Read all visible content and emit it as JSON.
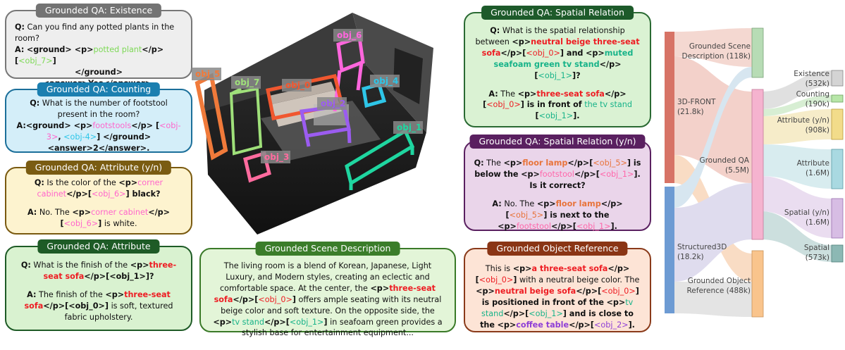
{
  "colors": {
    "q_red": "#ee1d23",
    "q_green": "#17b389",
    "q_pink": "#ff66cc",
    "q_lime": "#7ed957",
    "q_cyan": "#2ec6e8",
    "q_orange": "#e8743b",
    "q_purple": "#8f3fd6"
  },
  "cards": {
    "existence": {
      "title": "Grounded QA: Existence",
      "q_label": "Q:",
      "q_text": "Can you find any potted plants in the room?",
      "a_label": "A:",
      "a1": "<ground> <p>",
      "a_obj": "potted plant",
      "a2": "</p>[",
      "a_id": "<obj_7>",
      "a3": "]",
      "a4": "</ground>",
      "a5": "<answer>Yes</answer>."
    },
    "counting": {
      "title": "Grounded QA: Counting",
      "q_label": "Q:",
      "q_text": "What is the number of footstool present in the room?",
      "a1": "A:<ground> <p>",
      "a_obj": "footstools",
      "a2": "</p> [",
      "a_id1": "<obj-3>",
      "a3": ",",
      "a_id2": "<obj-4>",
      "a4": "] </ground>",
      "a5": "<answer>2</answer>."
    },
    "attr_yn": {
      "title": "Grounded QA: Attribute (y/n)",
      "q_label": "Q:",
      "q1": "Is the color of the",
      "q_p": "<p>",
      "q_obj": "corner cabinet",
      "q_pc": "</p>[",
      "q_id": "<obj_6>",
      "q_end": "] black?",
      "a_label": "A:",
      "a1": "No. The",
      "a_p": "<p>",
      "a_obj": "corner cabinet",
      "a_pc": "</p>[",
      "a_id": "<obj_6>",
      "a_end": "]",
      "a_tail": "is white."
    },
    "attribute": {
      "title": "Grounded QA: Attribute",
      "q_label": "Q:",
      "q1": "What is the finish of the",
      "q_b1": "<p>",
      "q_obj": "three-seat sofa",
      "q_b2": "</p>[<obj_1>]?",
      "a_label": "A:",
      "a1": "The finish of the",
      "a_b1": "<p>",
      "a_obj": "three-seat sofa",
      "a_b2": "</p>[<obj_0>]",
      "a_tail": "is soft, textured fabric upholstery."
    },
    "scene": {
      "title": "Grounded Scene Description",
      "t1": "The living room is a blend of Korean, Japanese, Light Luxury, and Modern styles, creating an eclectic and comfortable space. At the center, the",
      "b1": "<p>",
      "o1": "three-seat sofa",
      "b2": "</p>[",
      "i1": "<obj_0>",
      "b3": "]",
      "t2": "offers ample seating with its neutral beige color and soft texture. On the opposite side, the",
      "b4": "<p>",
      "o2": "tv stand",
      "b5": "</p>[",
      "i2": "<obj_1>",
      "b6": "]",
      "t3": "in seafoam green provides a stylish base for entertainment equipment..."
    },
    "spatial": {
      "title": "Grounded QA: Spatial Relation",
      "q_label": "Q:",
      "q1": "What is the spatial relationship between",
      "b1": "<p>",
      "o1": "neutral beige three-seat sofa",
      "b2": "</p>[",
      "i1": "<obj_0>",
      "b3": "] and",
      "b4": "<p>",
      "o2": "muted seafoam green tv stand",
      "b5": "</p>[",
      "i2": "<obj_1>",
      "b6": "]?",
      "a_label": "A:",
      "a1": "The",
      "a_b1": "<p>",
      "a_o1": "three-seat sofa",
      "a_b2": "</p>[",
      "a_i1": "<obj_0>",
      "a_b3": "] is in front of",
      "a_o2": "the tv stand",
      "a_b4": "[",
      "a_i2": "<obj_1>",
      "a_b5": "]."
    },
    "spatial_yn": {
      "title": "Grounded QA: Spatial Relation (y/n)",
      "q_label": "Q:",
      "q1": "The",
      "b1": "<p>",
      "o1": "floor lamp",
      "b2": "</p>[",
      "i1": "<obj_5>",
      "b3": "] is below the",
      "b4": "<p>",
      "o2": "footstool",
      "b5": "</p>[",
      "i2": "<obj_1>",
      "b6": "]. Is it correct?",
      "a_label": "A:",
      "a1": "No. The",
      "a_b1": "<p>",
      "a_o1": "floor lamp",
      "a_b2": "</p>[",
      "a_i1": "<obj_5>",
      "a_b3": "] is next to the",
      "a_b4": "<p>",
      "a_o2": "footstool",
      "a_b5": "</p>[",
      "a_i2": "<obj_1>",
      "a_b6": "]."
    },
    "objref": {
      "title": "Grounded Object Reference",
      "t1": "This is",
      "b1": "<p>",
      "o1": "a three-seat sofa",
      "b2": "</p>[",
      "i1": "<obj_0>",
      "b3": "]",
      "t2": "with a neutral beige color. The",
      "b4": "<p>",
      "o2": "neutral beige sofa",
      "b5": "</p>[",
      "i2": "<obj_0>",
      "b6": "] is positioned in front of the",
      "b7": "<p>",
      "o3": "tv stand",
      "b8": "</p>[",
      "i3": "<obj_1>",
      "b9": "] and is close to the",
      "b10": "<p>",
      "o4": "coffee table",
      "b11": "</p>[",
      "i4": "<obj_2>",
      "b12": "]."
    }
  },
  "room_labels": [
    "obj_5",
    "obj_7",
    "obj_6",
    "obj_0",
    "obj_4",
    "obj_2",
    "obj_3",
    "obj_1"
  ],
  "sankey": {
    "sources": [
      {
        "name": "3D-FRONT",
        "value": "(21.8k)"
      },
      {
        "name": "Structured3D",
        "value": "(18.2k)"
      }
    ],
    "middle": [
      {
        "name": "Grounded Scene Description",
        "value": "(118k)"
      },
      {
        "name": "Grounded QA",
        "value": "(5.5M)"
      },
      {
        "name": "Grounded Object Reference",
        "value": "(488k)"
      }
    ],
    "targets": [
      {
        "name": "Existence",
        "value": "(532k)"
      },
      {
        "name": "Counting",
        "value": "(190k)"
      },
      {
        "name": "Attribute (y/n)",
        "value": "(908k)"
      },
      {
        "name": "Attribute",
        "value": "(1.6M)"
      },
      {
        "name": "Spatial (y/n)",
        "value": "(1.6M)"
      },
      {
        "name": "Spatial",
        "value": "(573k)"
      }
    ]
  }
}
